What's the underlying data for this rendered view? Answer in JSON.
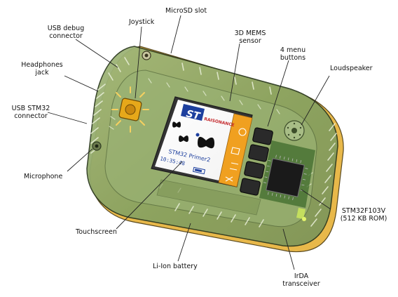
{
  "labels": {
    "microsd": "MicroSD slot",
    "joystick": "Joystick",
    "usb_debug_1": "USB debug",
    "usb_debug_2": "connector",
    "mems_1": "3D MEMS",
    "mems_2": "sensor",
    "menu_1": "4 menu",
    "menu_2": "buttons",
    "headphones_1": "Headphones",
    "headphones_2": "jack",
    "loudspeaker": "Loudspeaker",
    "usb_stm32_1": "USB STM32",
    "usb_stm32_2": "connector",
    "microphone": "Microphone",
    "mcu_1": "STM32F103V",
    "mcu_2": "(512 KB ROM)",
    "touchscreen": "Touchscreen",
    "battery": "Li-Ion battery",
    "irda_1": "IrDA",
    "irda_2": "transceiver"
  },
  "screen": {
    "logo": "ST",
    "brand": "RAISONANCE",
    "product": "STM32 Primer2",
    "time": "10:35:48"
  },
  "colors": {
    "case_green": "#8fa868",
    "case_yellow": "#e8b84a",
    "screen_white": "#ffffff",
    "menu_orange": "#f0a020",
    "st_blue": "#1d3f9e",
    "pcb_green": "#3f6b2c",
    "brand_red": "#c4282c",
    "joystick_gold": "#e6a81a"
  }
}
